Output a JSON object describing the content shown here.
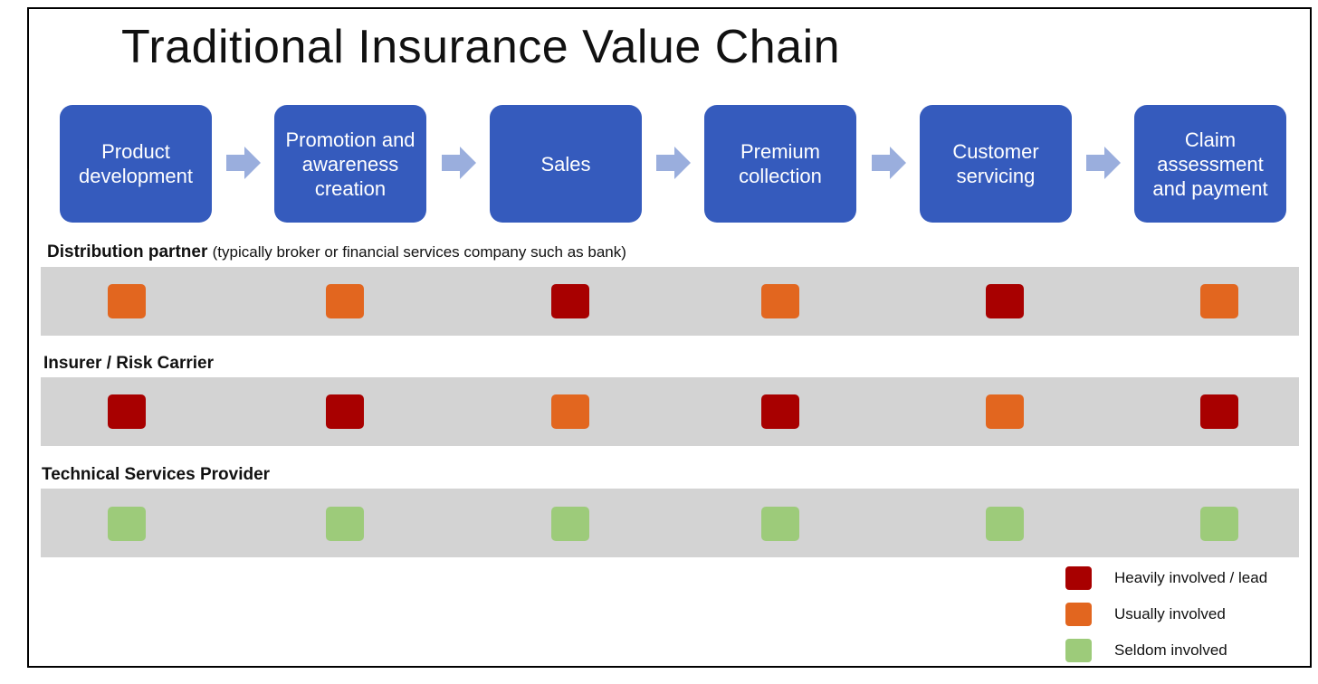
{
  "title": "Traditional Insurance Value Chain",
  "stages": [
    {
      "label": "Product development"
    },
    {
      "label": "Promotion and awareness creation"
    },
    {
      "label": "Sales"
    },
    {
      "label": "Premium collection"
    },
    {
      "label": "Customer servicing"
    },
    {
      "label": "Claim assessment and payment"
    }
  ],
  "rows": [
    {
      "title": "Distribution partner",
      "note": "(typically broker or financial services company such as bank)",
      "levels": [
        "usually",
        "usually",
        "heavily",
        "usually",
        "heavily",
        "usually"
      ]
    },
    {
      "title": "Insurer / Risk Carrier",
      "note": "",
      "levels": [
        "heavily",
        "heavily",
        "usually",
        "heavily",
        "usually",
        "heavily"
      ]
    },
    {
      "title": "Technical Services Provider",
      "note": "",
      "levels": [
        "seldom",
        "seldom",
        "seldom",
        "seldom",
        "seldom",
        "seldom"
      ]
    }
  ],
  "legend": [
    {
      "level": "heavily",
      "label": "Heavily involved / lead"
    },
    {
      "level": "usually",
      "label": "Usually involved"
    },
    {
      "level": "seldom",
      "label": "Seldom involved"
    }
  ],
  "colors": {
    "heavily": "#a80000",
    "usually": "#e2661f",
    "seldom": "#9dcb7a",
    "stage": "#355bbd",
    "arrow": "#9aaedd",
    "band": "#d3d3d3"
  }
}
